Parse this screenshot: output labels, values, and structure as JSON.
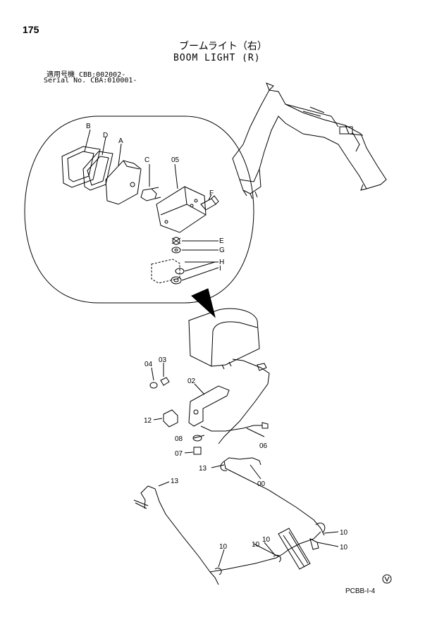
{
  "header": {
    "page_number": "175",
    "title_jp": "ブームライト（右）",
    "title_en": "BOOM LIGHT (R)",
    "serial_line_1": "適用号機  CBB:002002-",
    "serial_line_2": "Serial No. CBA:010001-"
  },
  "callouts": {
    "B": "B",
    "D": "D",
    "A": "A",
    "C": "C",
    "c05": "05",
    "F": "F",
    "E": "E",
    "G": "G",
    "H": "H",
    "I": "I",
    "c04": "04",
    "c03": "03",
    "c02": "02",
    "c12": "12",
    "c08": "08",
    "c07": "07",
    "c06": "06",
    "c13a": "13",
    "c00": "00",
    "c13b": "13",
    "c10a": "10",
    "c10b": "10",
    "c10c": "10",
    "c10d": "10",
    "c10e": "10"
  },
  "footer": {
    "code": "PCBB-I-4"
  }
}
